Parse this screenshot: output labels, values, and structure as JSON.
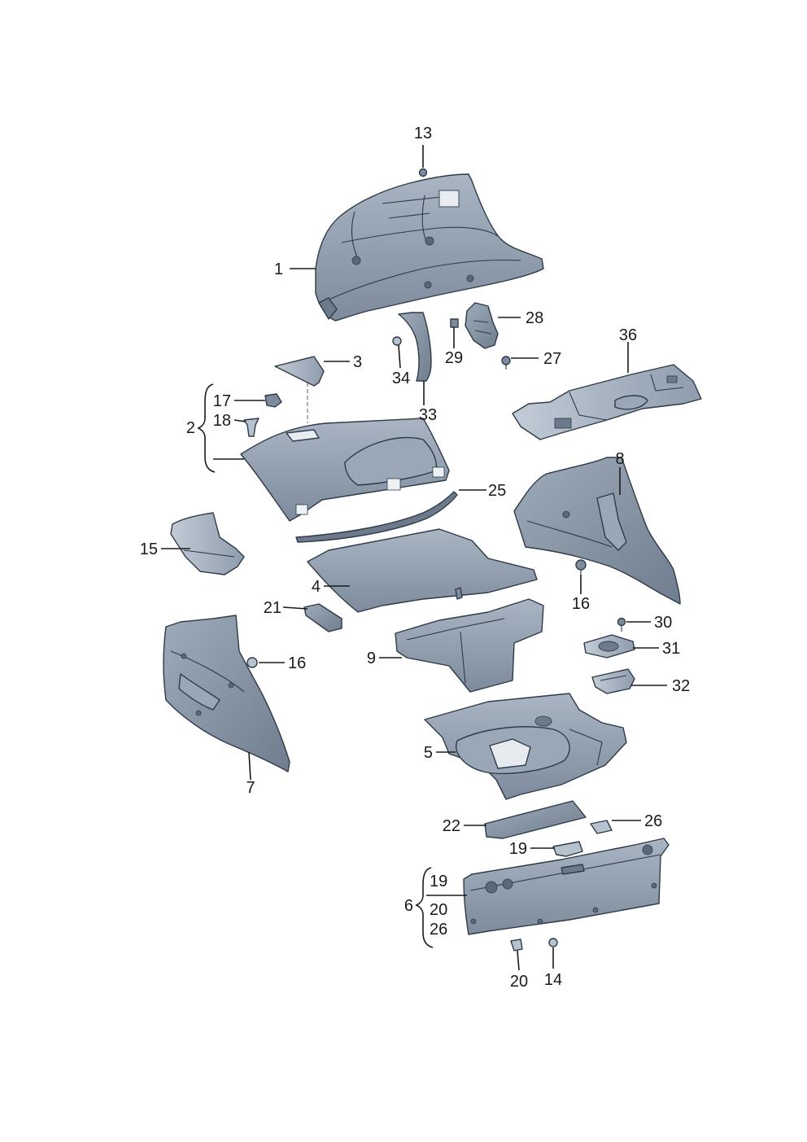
{
  "labels": {
    "p1": "1",
    "p2": "2",
    "p3": "3",
    "p4": "4",
    "p5": "5",
    "p6": "6",
    "p7": "7",
    "p8": "8",
    "p9": "9",
    "p13": "13",
    "p14": "14",
    "p15": "15",
    "p16a": "16",
    "p16b": "16",
    "p17": "17",
    "p18": "18",
    "p19a": "19",
    "p19b": "19",
    "p20a": "20",
    "p20b": "20",
    "p21": "21",
    "p22": "22",
    "p25": "25",
    "p26a": "26",
    "p26b": "26",
    "p27": "27",
    "p28": "28",
    "p29": "29",
    "p30": "30",
    "p31": "31",
    "p32": "32",
    "p33": "33",
    "p34": "34",
    "p36": "36"
  },
  "colors": {
    "part_fill": "#8d9bac",
    "part_light": "#b7c2cf",
    "part_dark": "#6c7a8b",
    "outline": "#2e3a48"
  }
}
